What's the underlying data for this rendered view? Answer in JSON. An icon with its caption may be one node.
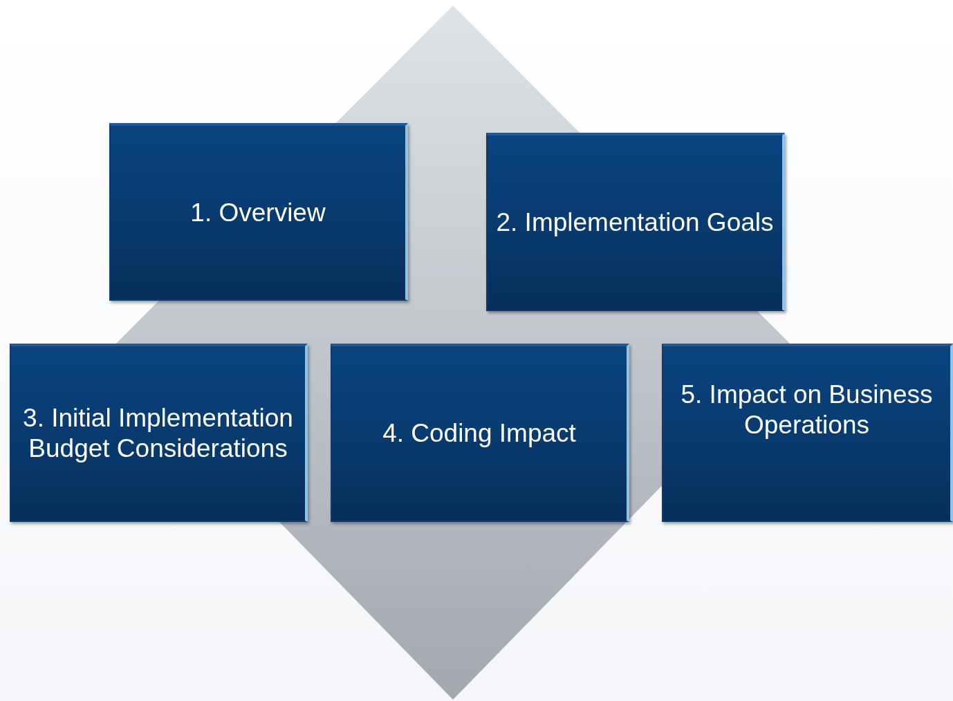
{
  "diagram": {
    "nodes": [
      {
        "text": [
          "1. Overview"
        ]
      },
      {
        "text": [
          "2. Implementation Goals"
        ]
      },
      {
        "text": [
          "3. Initial Implementation Budget Considerations"
        ]
      },
      {
        "text": [
          "4. Coding Impact"
        ]
      },
      {
        "text": [
          "5. Impact on Business Operations"
        ]
      }
    ]
  }
}
